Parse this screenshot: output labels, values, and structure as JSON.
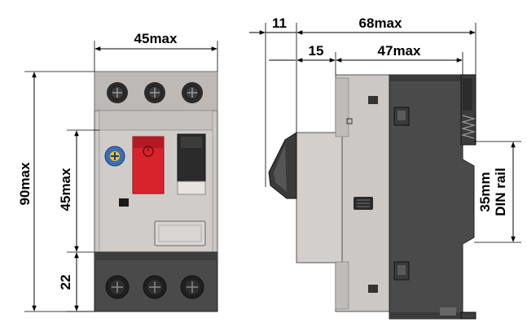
{
  "dimensions": {
    "front_width": "45max",
    "front_height": "90max",
    "front_mid_height": "45max",
    "front_bottom_height": "22",
    "side_offset": "11",
    "side_depth_total": "68max",
    "side_front_step": "15",
    "side_depth_body": "47max",
    "din_rail_size": "35mm",
    "din_rail_label": "DIN rail"
  },
  "colors": {
    "housing": "#c9c6c3",
    "housing_dark": "#a9a6a3",
    "terminal": "#2a2a2a",
    "button_red": "#e0252f",
    "button_black": "#2b2b2b",
    "knob_blue": "#3a6fb8",
    "side_rear": "#4a4a4a"
  }
}
